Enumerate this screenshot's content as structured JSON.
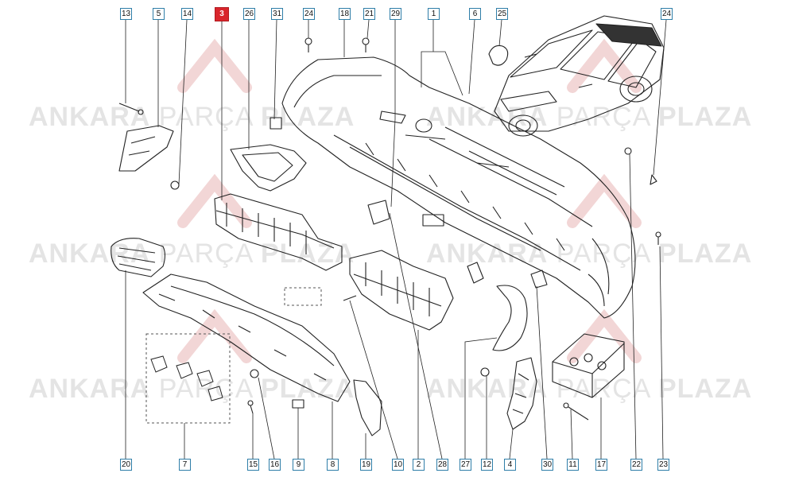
{
  "watermark": {
    "word1": "ANKARA",
    "word2": "PARÇA",
    "word3": "PLAZA"
  },
  "colors": {
    "callout_border": "#2f7ea8",
    "selected_fill": "#d9262c",
    "line": "#222222",
    "watermark": "#e4e4e4",
    "logo_mark": "#f2d6d6"
  },
  "selected_part": "3",
  "top_callouts": [
    "13",
    "5",
    "14",
    "3",
    "26",
    "31",
    "24",
    "18",
    "21",
    "29",
    "1",
    "6",
    "25",
    "24"
  ],
  "bottom_callouts": [
    "20",
    "7",
    "15",
    "16",
    "9",
    "8",
    "19",
    "10",
    "2",
    "28",
    "27",
    "12",
    "4",
    "30",
    "11",
    "17",
    "22",
    "23"
  ],
  "parts": {
    "rear_bumper": "rear-bumper",
    "car": "car-illustration",
    "grille": "rear-grille",
    "lower_diffuser": "lower-diffuser",
    "left_absorber": "left-energy-absorber",
    "right_absorber": "right-energy-absorber",
    "reflector": "reflector",
    "left_bracket": "left-side-bracket",
    "right_bracket": "right-side-bracket",
    "wheel_arch_liner": "wheel-arch-liner",
    "clips_box": "clips-box"
  }
}
